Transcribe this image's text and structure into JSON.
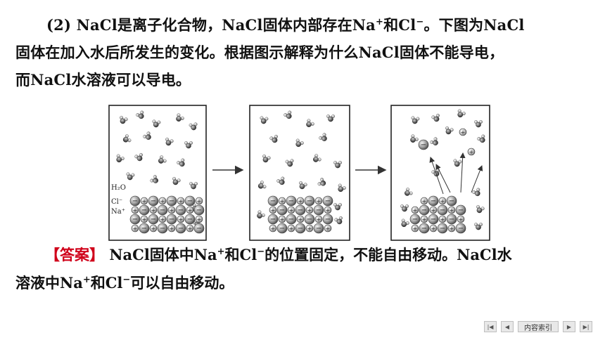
{
  "question": {
    "part_label": "(2)",
    "line1_a": " NaCl是离子化合物，NaCl固体内部存在Na",
    "line1_b": "和Cl",
    "line1_c": "。下图为NaCl",
    "line2": "固体在加入水后所发生的变化。根据图示解释为什么NaCl固体不能导电，",
    "line3": "而NaCl水溶液可以导电。"
  },
  "figure": {
    "label_water": "H₂O",
    "label_cl": "Cl⁻",
    "label_na": "Na⁺"
  },
  "answer": {
    "tag": "【答案】",
    "line1_a": "NaCl固体中Na",
    "line1_b": "和Cl",
    "line1_c": "的位置固定，不能自由移动。NaCl水",
    "line2_a": "溶液中Na",
    "line2_b": "和Cl",
    "line2_c": "可以自由移动。"
  },
  "charges": {
    "plus": "+",
    "minus": "−"
  },
  "nav": {
    "first_icon": "first-page-icon",
    "prev_icon": "prev-page-icon",
    "index_label": "内容索引",
    "next_icon": "next-page-icon",
    "last_icon": "last-page-icon"
  }
}
